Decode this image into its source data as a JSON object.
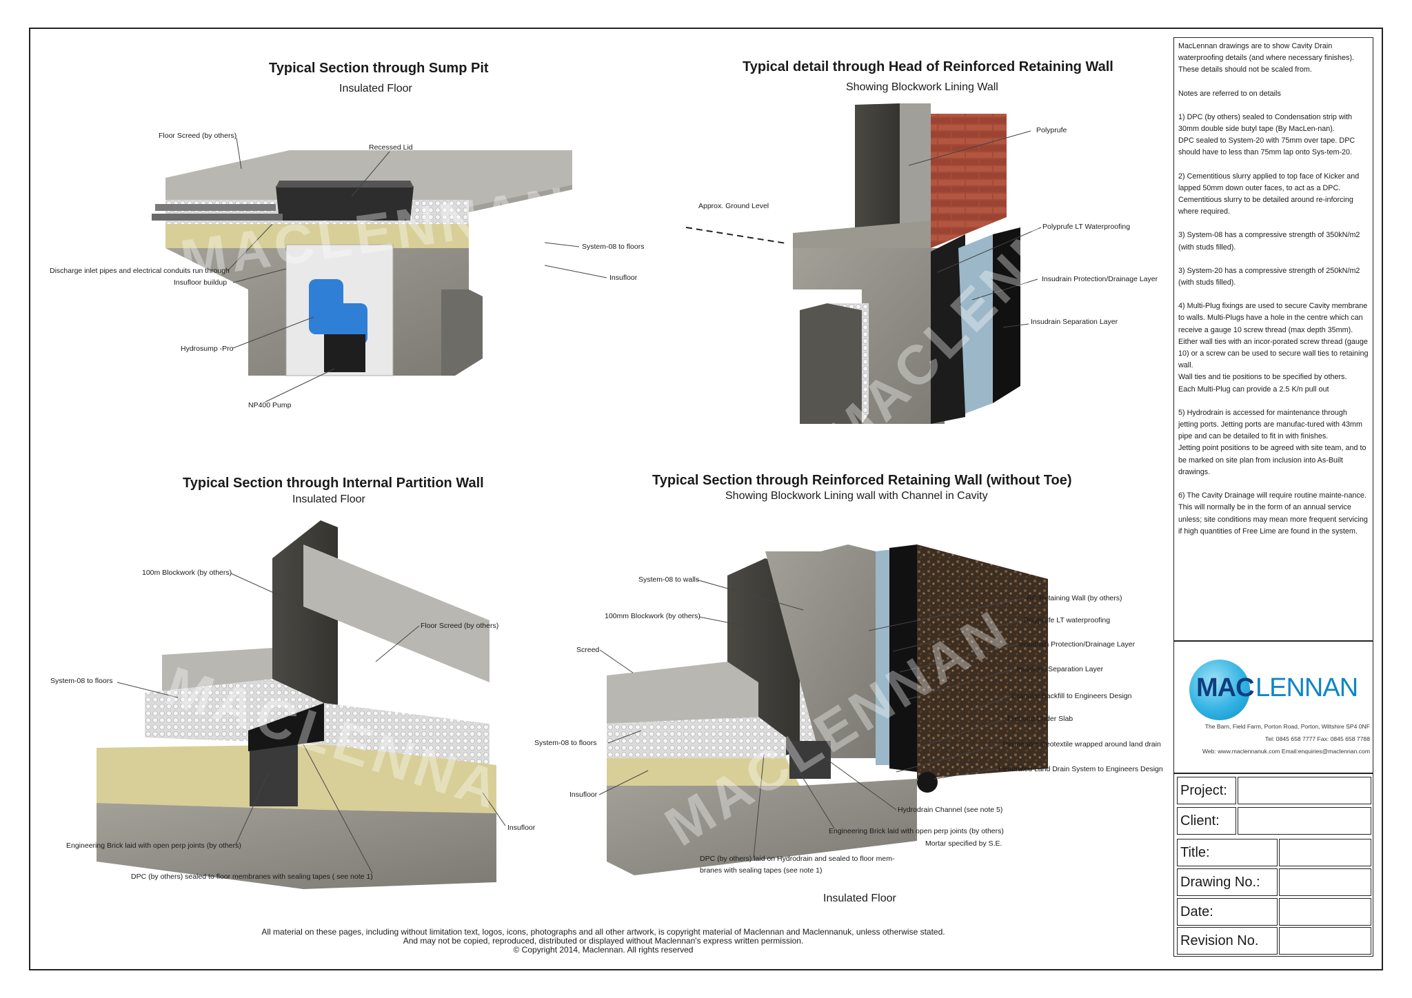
{
  "drawings": {
    "sump_pit": {
      "title": "Typical Section through Sump Pit",
      "subtitle": "Insulated Floor",
      "labels": {
        "floor_screed": "Floor Screed (by others)",
        "recessed_lid": "Recessed Lid",
        "system08": "System-08 to floors",
        "insufloor": "Insufloor",
        "discharge": "Discharge inlet pipes and electrical conduits run through",
        "insufloor_buildup": "Insufloor buildup",
        "hydrosump": "Hydrosump -Pro",
        "np400": "NP400 Pump"
      }
    },
    "head_wall": {
      "title": "Typical detail through Head of Reinforced Retaining Wall",
      "subtitle": "Showing Blockwork Lining Wall",
      "labels": {
        "polyprufe": "Polyprufe",
        "ground_level": "Approx. Ground Level",
        "polyprufe_lt": "Polyprufe LT Waterproofing",
        "insudrain_protection": "Insudrain Protection/Drainage Layer",
        "insudrain_separation": "Insudrain Separation Layer"
      }
    },
    "partition": {
      "title": "Typical Section through Internal Partition Wall",
      "subtitle": "Insulated Floor",
      "labels": {
        "blockwork": "100m Blockwork (by others)",
        "floor_screed": "Floor Screed (by others)",
        "system08": "System-08 to floors",
        "insufloor": "Insufloor",
        "engineering_brick": "Engineering Brick laid with open perp joints (by others)",
        "dpc": "DPC (by others) sealed to floor membranes with sealing tapes ( see note 1)"
      }
    },
    "retaining": {
      "title": "Typical Section through Reinforced Retaining Wall (without Toe)",
      "subtitle": "Showing Blockwork Lining wall with Channel in Cavity",
      "footer": "Insulated Floor",
      "labels": {
        "system08_walls": "System-08 to walls",
        "blockwork": "100mm Blockwork (by others)",
        "screed": "Screed",
        "system08_floors": "System-08 to floors",
        "insufloor": "Insufloor",
        "rc_wall": "RC Retaining Wall (by others)",
        "polyprufe_lt": "Polyprufe LT waterproofing",
        "insudrain_protection": "Insudrain Protection/Drainage Layer",
        "insudrain_separation": "Insudrain Separation Layer",
        "granular": "Granular Backfill to Engineers Design",
        "prebond": "Prebond Under Slab",
        "geotextile": "Permeable Geotextile wrapped around land drain",
        "land_drain": "Perforated Land Drain System to Engineers Design",
        "hydrodrain": "Hydrodrain Channel (see note 5)",
        "eng_brick": "Engineering Brick laid with open perp joints (by others)",
        "mortar": "Mortar specified by S.E.",
        "dpc_line1": "DPC (by others) laid on Hydrodrain and sealed to floor mem-",
        "dpc_line2": "branes with sealing tapes (see note 1)"
      }
    }
  },
  "watermark": "MACLENNAN",
  "copyright": {
    "line1": "All material on these pages, including without limitation text, logos, icons, photographs and all other artwork, is copyright material of Maclennan and Maclennanuk, unless otherwise stated.",
    "line2": "And may not be copied, reproduced, distributed or displayed without Maclennan's express written permission.",
    "line3": "© Copyright 2014, Maclennan.  All rights reserved"
  },
  "notes": {
    "intro1": "MacLennan drawings are to show Cavity Drain waterproofing details (and where necessary finishes).",
    "intro2": "These details should not be scaled from.",
    "intro3": "Notes are referred to on details",
    "n1a": "1) DPC (by others) sealed to Condensation strip with 30mm double side butyl tape (By MacLen-nan).",
    "n1b": "DPC sealed to System-20 with 75mm over tape. DPC should have to less than 75mm lap onto Sys-tem-20.",
    "n2": "2) Cementitious slurry applied to top face of Kicker and lapped 50mm down outer faces, to act as a DPC. Cementitious slurry to be detailed around re-inforcing where required.",
    "n3": "3) System-08 has a compressive strength of 350kN/m2 (with studs filled).",
    "n3b": "3) System-20 has a compressive strength of 250kN/m2 (with studs filled).",
    "n4a": "4) Multi-Plug fixings are used to secure Cavity membrane to walls. Multi-Plugs have a hole in the centre which can receive a gauge 10 screw thread (max depth 35mm). Either wall ties with an incor-porated screw thread (gauge 10) or a screw can be used to secure wall ties to retaining wall.",
    "n4b": "Wall ties and tie positions to be specified by others.",
    "n4c": "Each Multi-Plug can provide a 2.5 K/n pull out",
    "n5a": "5) Hydrodrain is accessed for maintenance through jetting ports. Jetting ports are manufac-tured with 43mm pipe and can be detailed to fit in with finishes.",
    "n5b": "Jetting point positions to be agreed with site team, and to be marked on site plan from inclusion into As-Built drawings.",
    "n6": "6) The Cavity Drainage will require routine mainte-nance. This will normally be in the form of an annual service unless; site conditions may mean more frequent servicing if high quantities of Free Lime are found in the system."
  },
  "logo": {
    "mac": "MAC",
    "lennan": "LENNAN",
    "address": "The Barn, Field Farm, Porton Road, Porton, Wiltshire SP4 0NF",
    "phone": "Tel: 0845 658 7777   Fax: 0845 658 7788",
    "web": "Web: www.maclennanuk.com  Email:enquiries@maclennan.com"
  },
  "title_block": {
    "project": "Project:",
    "client": "Client:",
    "title": "Title:",
    "drawing_no": "Drawing No.:",
    "date": "Date:",
    "revision": "Revision No."
  },
  "colors": {
    "accent": "#0e86c6",
    "brand_dark": "#0d3f80",
    "concrete": "#8d8a83",
    "screed": "#b9b7b2",
    "insulation": "#d7cf97",
    "membrane": "#e9e9e9",
    "pump": "#2f7fd6"
  }
}
